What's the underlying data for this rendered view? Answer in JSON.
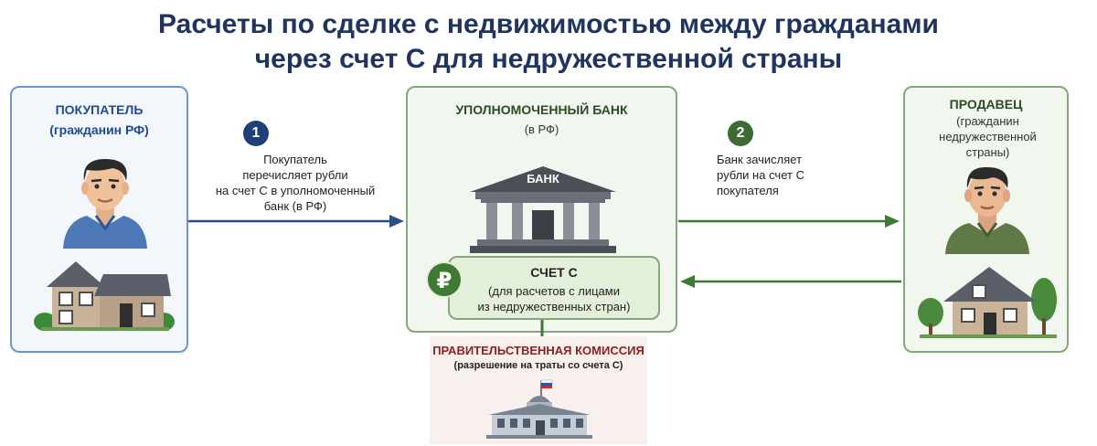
{
  "title": {
    "line1": "Расчеты по сделке с недвижимостью между гражданами",
    "line2": "через счет С для недружественной страны"
  },
  "buyer": {
    "title": "ПОКУПАТЕЛЬ",
    "subtitle": "(гражданин РФ)",
    "icons": [
      "person-icon",
      "house-icon"
    ]
  },
  "bank": {
    "title": "УПОЛНОМОЧЕННЫЙ БАНК",
    "subtitle": "(в РФ)",
    "building_sign": "БАНК",
    "account": {
      "title": "СЧЕТ С",
      "subtitle_line1": "(для расчетов с лицами",
      "subtitle_line2": "из недружественных стран)",
      "symbol": "₽"
    }
  },
  "seller": {
    "title": "ПРОДАВЕЦ",
    "subtitle_line1": "(гражданин",
    "subtitle_line2": "недружественной",
    "subtitle_line3": "страны)",
    "icons": [
      "person-icon",
      "house-icon",
      "tree-icon"
    ]
  },
  "steps": {
    "step1": {
      "number": "1",
      "line1": "Покупатель",
      "line2": "перечисляет рубли",
      "line3": "на счет С в уполномоченный",
      "line4": "банк (в РФ)"
    },
    "step2": {
      "number": "2",
      "line1": "Банк зачисляет",
      "line2": "рубли на счет С",
      "line3": "покупателя"
    }
  },
  "commission": {
    "title": "ПРАВИТЕЛЬСТВЕННАЯ КОМИССИЯ",
    "subtitle": "(разрешение на траты со счета С)",
    "icons": [
      "government-building-icon",
      "flag-icon"
    ]
  },
  "colors": {
    "title": "#1f3560",
    "buyer_accent": "#1f4a8f",
    "seller_accent": "#3e6b32",
    "arrow_blue": "#2a4e8c",
    "arrow_green": "#3e7a34",
    "commission_title": "#8a2222"
  }
}
